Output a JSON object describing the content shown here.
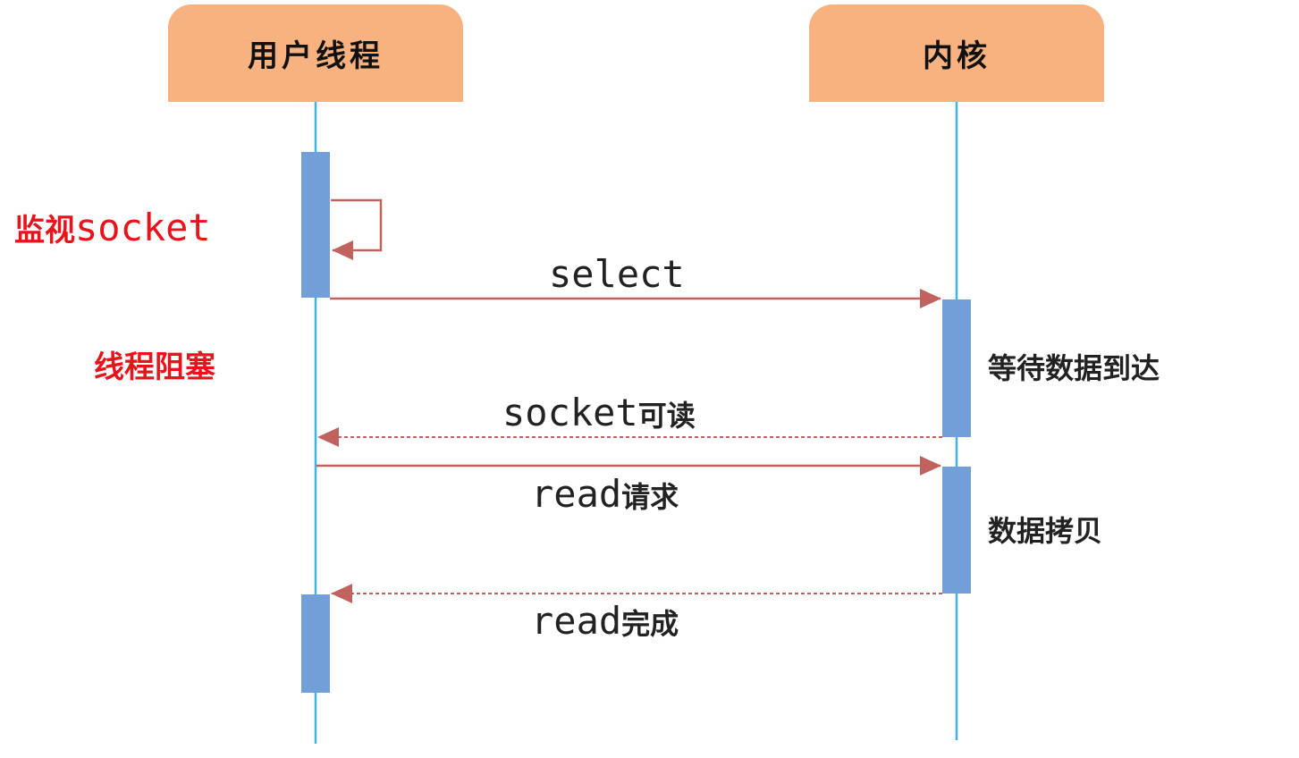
{
  "actors": {
    "user_thread": "用户线程",
    "kernel": "内核"
  },
  "notes": {
    "monitor_cn": "监视",
    "monitor_socket": "socket",
    "thread_blocked": "线程阻塞",
    "waiting_data": "等待数据到达",
    "data_copy": "数据拷贝"
  },
  "messages": {
    "select": "select",
    "socket_readable_a": "socket",
    "socket_readable_b": "可读",
    "read_request_a": "read",
    "read_request_b": "请求",
    "read_done_a": "read",
    "read_done_b": "完成"
  },
  "colors": {
    "actor_fill": "#F7B27F",
    "lifeline": "#3DB4E6",
    "activation": "#739FD9",
    "arrow": "#C0625E",
    "note_red": "#E8141B"
  }
}
